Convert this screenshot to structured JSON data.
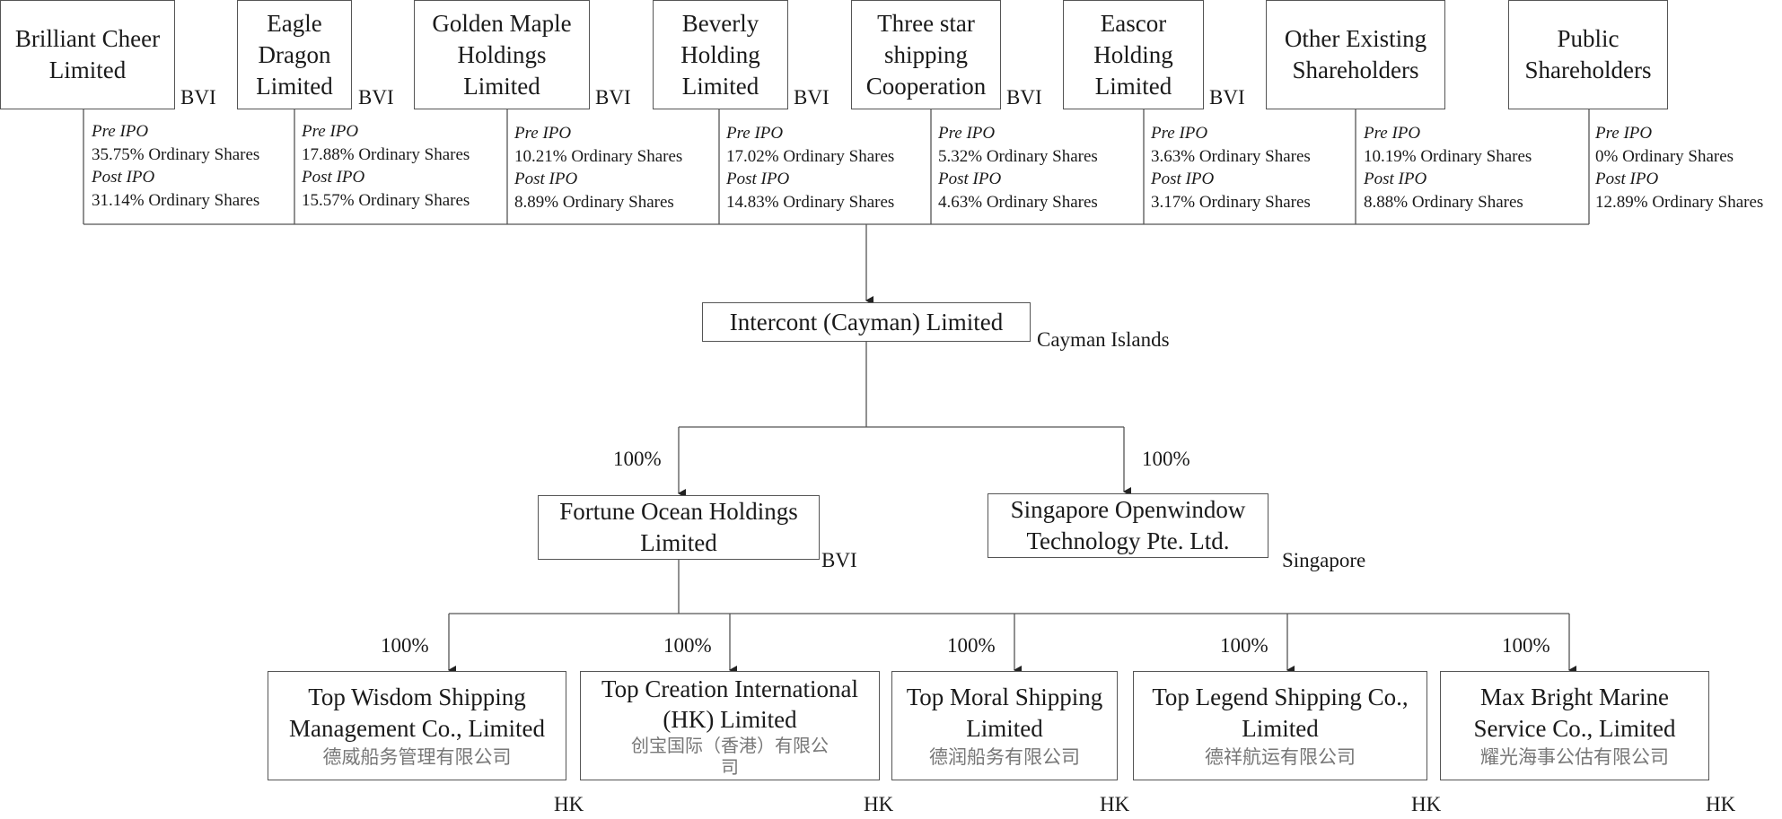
{
  "shareholders": [
    {
      "name": "Brilliant Cheer Limited",
      "jurisdiction": "BVI",
      "pre_label": "Pre IPO",
      "pre": "35.75% Ordinary Shares",
      "post_label": "Post IPO",
      "post": "31.14% Ordinary Shares"
    },
    {
      "name": "Eagle Dragon Limited",
      "jurisdiction": "BVI",
      "pre_label": "Pre IPO",
      "pre": "17.88% Ordinary Shares",
      "post_label": "Post IPO",
      "post": "15.57% Ordinary Shares"
    },
    {
      "name": "Golden Maple Holdings Limited",
      "jurisdiction": "BVI",
      "pre_label": "Pre IPO",
      "pre": "10.21% Ordinary Shares",
      "post_label": "Post IPO",
      "post": "8.89% Ordinary Shares"
    },
    {
      "name": "Beverly Holding Limited",
      "jurisdiction": "BVI",
      "pre_label": "Pre IPO",
      "pre": "17.02% Ordinary Shares",
      "post_label": "Post IPO",
      "post": "14.83% Ordinary Shares"
    },
    {
      "name": "Three star shipping Cooperation",
      "jurisdiction": "BVI",
      "pre_label": "Pre IPO",
      "pre": "5.32% Ordinary Shares",
      "post_label": "Post IPO",
      "post": "4.63% Ordinary Shares"
    },
    {
      "name": "Eascor Holding Limited",
      "jurisdiction": "BVI",
      "pre_label": "Pre IPO",
      "pre": "3.63% Ordinary Shares",
      "post_label": "Post IPO",
      "post": "3.17% Ordinary Shares"
    },
    {
      "name": "Other Existing Shareholders",
      "jurisdiction": "",
      "pre_label": "Pre IPO",
      "pre": "10.19% Ordinary Shares",
      "post_label": "Post IPO",
      "post": "8.88% Ordinary Shares"
    },
    {
      "name": "Public Shareholders",
      "jurisdiction": "",
      "pre_label": "Pre IPO",
      "pre": "0% Ordinary Shares",
      "post_label": "Post IPO",
      "post": "12.89% Ordinary Shares"
    }
  ],
  "parent": {
    "name": "Intercont (Cayman) Limited",
    "jurisdiction": "Cayman Islands"
  },
  "subsidiaries": [
    {
      "name": "Fortune Ocean Holdings Limited",
      "jurisdiction": "BVI",
      "ownership": "100%"
    },
    {
      "name": "Singapore Openwindow Technology Pte. Ltd.",
      "jurisdiction": "Singapore",
      "ownership": "100%"
    }
  ],
  "operating_companies": [
    {
      "name": "Top Wisdom Shipping Management Co., Limited",
      "chinese_name": "德威船务管理有限公司",
      "jurisdiction": "HK",
      "ownership": "100%"
    },
    {
      "name": "Top Creation International (HK) Limited",
      "chinese_name": "创宝国际（香港）有限公司",
      "jurisdiction": "HK",
      "ownership": "100%"
    },
    {
      "name": "Top Moral Shipping Limited",
      "chinese_name": "德润船务有限公司",
      "jurisdiction": "HK",
      "ownership": "100%"
    },
    {
      "name": "Top Legend Shipping Co., Limited",
      "chinese_name": "德祥航运有限公司",
      "jurisdiction": "HK",
      "ownership": "100%"
    },
    {
      "name": "Max Bright Marine Service Co., Limited",
      "chinese_name": "耀光海事公估有限公司",
      "jurisdiction": "HK",
      "ownership": "100%"
    }
  ]
}
